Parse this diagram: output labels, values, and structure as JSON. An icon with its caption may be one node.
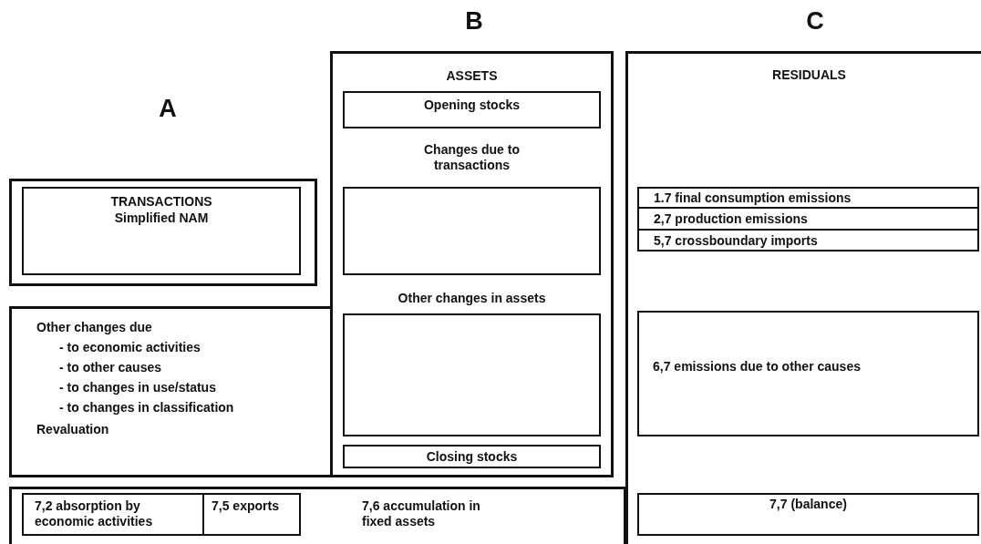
{
  "diagram": {
    "nodes": [
      {
        "text": [],
        "shape": "box"
      },
      {
        "text": [
          "TRANSACTIONS",
          "Simplified NAM"
        ],
        "in": 0
      },
      {
        "text": [
          "ASSETS",
          "Changes due to transactions",
          "Other changes in assets"
        ]
      },
      {
        "text": [
          "Opening stocks"
        ],
        "in": 2
      },
      {
        "text": [],
        "shape": "box",
        "in": 2
      },
      {
        "text": [],
        "shape": "box",
        "in": 2
      },
      {
        "text": [
          "Closing stocks"
        ],
        "in": 2
      },
      {
        "text": [
          "RESIDUALS"
        ]
      },
      {
        "text": [
          "1.7 final consumption emissions"
        ],
        "in": 7
      },
      {
        "text": [
          "2,7 production emissions"
        ],
        "in": 7
      },
      {
        "text": [
          "5,7 crossboundary imports"
        ],
        "in": 7
      },
      {
        "text": [
          "6,7 emissions due to other causes"
        ],
        "in": 7
      },
      {
        "text": [
          "7,7 (balance)"
        ],
        "in": 7
      },
      {
        "text": [
          "Other changes due",
          "- to economic activities",
          "- to other causes",
          "- to changes in use/status",
          "- to changes in classification",
          "Revaluation"
        ]
      },
      {
        "text": [
          "7,6 accumulation in fixed assets"
        ]
      },
      {
        "text": [
          "7,2 absorption by economic activities"
        ],
        "in": 14
      },
      {
        "text": [
          "7,5 exports"
        ],
        "in": 14
      }
    ],
    "labels": [
      "B",
      "C",
      "A"
    ]
  }
}
